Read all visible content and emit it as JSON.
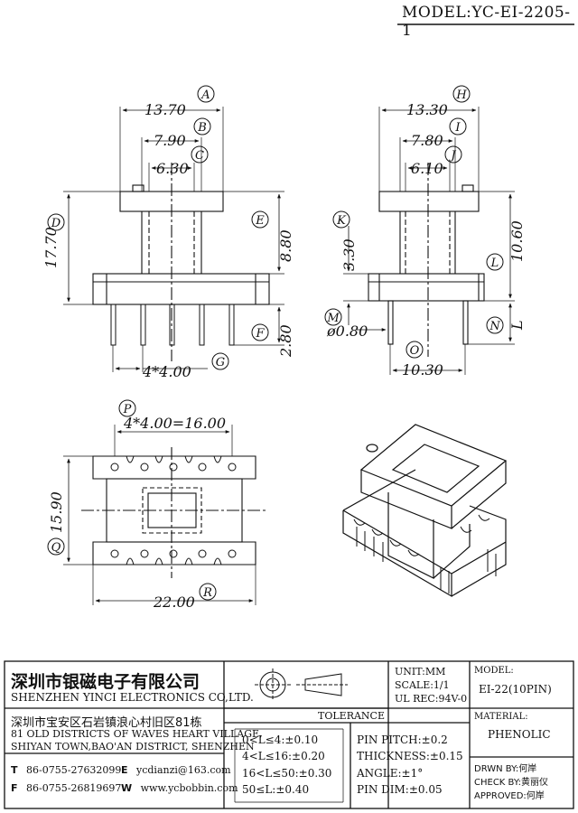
{
  "header": {
    "model_prefix": "MODEL:",
    "model_value": "YC-EI-2205-1"
  },
  "front_view": {
    "dims": {
      "A": "13.70",
      "B": "7.90",
      "C": "6.30",
      "D": "17.70",
      "E": "8.80",
      "F": "2.80",
      "G": "4*4.00"
    },
    "labels": [
      "A",
      "B",
      "C",
      "D",
      "E",
      "F",
      "G"
    ]
  },
  "side_view": {
    "dims": {
      "H": "13.30",
      "I": "7.80",
      "J": "6.10",
      "K": "3.30",
      "L": "10.60",
      "M": "ø0.80",
      "O": "10.30",
      "N": "L"
    },
    "labels": [
      "H",
      "I",
      "J",
      "K",
      "L",
      "M",
      "N",
      "O"
    ]
  },
  "bottom_view": {
    "dims": {
      "P": "4*4.00=16.00",
      "Q": "15.90",
      "R": "22.00"
    },
    "labels": [
      "P",
      "Q",
      "R"
    ]
  },
  "title_block": {
    "company_cn": "深圳市银磁电子有限公司",
    "company_en": "SHENZHEN YINCI ELECTRONICS CO,LTD.",
    "address_cn": "深圳市宝安区石岩镇浪心村旧区81栋",
    "address_en1": "81 OLD DISTRICTS OF WAVES HEART VILLAGE,",
    "address_en2": "SHIYAN TOWN,BAO'AN DISTRICT, SHENZHEN",
    "tel_label": "T",
    "tel": "86-0755-27632099",
    "fax_label": "F",
    "fax": "86-0755-26819697",
    "email_label": "E",
    "email": "ycdianzi@163.com",
    "web_label": "W",
    "web": "www.ycbobbin.com",
    "unit": "UNIT:MM",
    "scale": "SCALE:1/1",
    "ul": "UL REC:94V-0",
    "model_label": "MODEL:",
    "model_value": "EI-22(10PIN)",
    "tolerance_title": "TOLERANCE",
    "tol_left": [
      "0<L≤4:±0.10",
      "4<L≤16:±0.20",
      "16<L≤50:±0.30",
      "50≤L:±0.40"
    ],
    "tol_right": [
      "PIN PITCH:±0.2",
      "THICKNESS:±0.15",
      "ANGLE:±1°",
      "PIN DIM:±0.05"
    ],
    "material_label": "MATERIAL:",
    "material_value": "PHENOLIC",
    "drawn": "DRWN BY:何岸",
    "check": "CHECK BY:黄丽仪",
    "approved": "APPROVED:何岸"
  }
}
